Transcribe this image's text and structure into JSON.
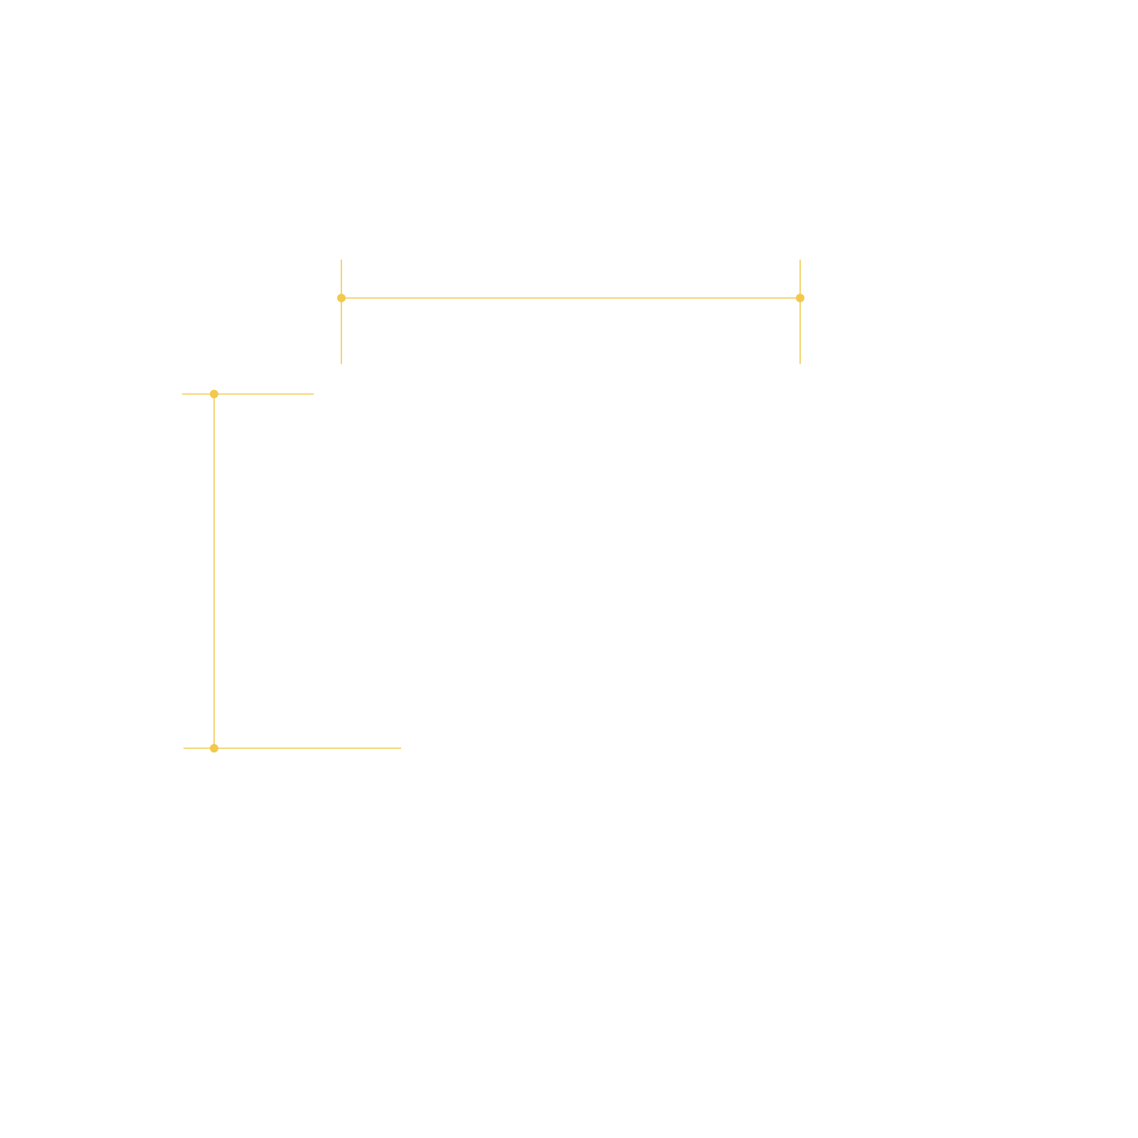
{
  "diagram": {
    "stroke_color": "#f2c94c",
    "background_color": "#ffffff",
    "dimension_lines": [
      {
        "name": "horizontal-dimension-line",
        "orientation": "horizontal"
      },
      {
        "name": "vertical-dimension-line",
        "orientation": "vertical"
      }
    ]
  }
}
